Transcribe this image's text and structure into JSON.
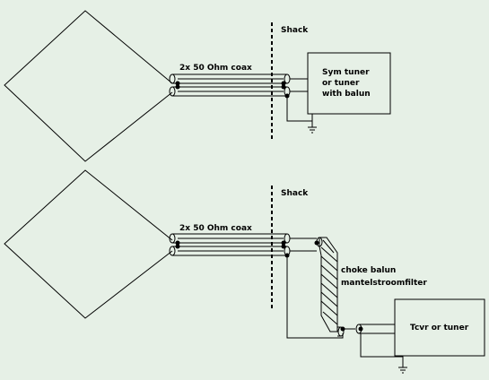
{
  "top": {
    "shack_label": "Shack",
    "coax_label": "2x 50 Ohm coax",
    "tuner_label_lines": [
      "Sym tuner",
      "or tuner",
      "with balun"
    ]
  },
  "bottom": {
    "shack_label": "Shack",
    "coax_label": "2x 50 Ohm coax",
    "choke_label_lines": [
      "choke balun",
      "mantelstroomfilter"
    ],
    "tcvr_label": "Tcvr or tuner"
  },
  "colors": {
    "background": "#e6f0e6",
    "line": "#000000"
  }
}
